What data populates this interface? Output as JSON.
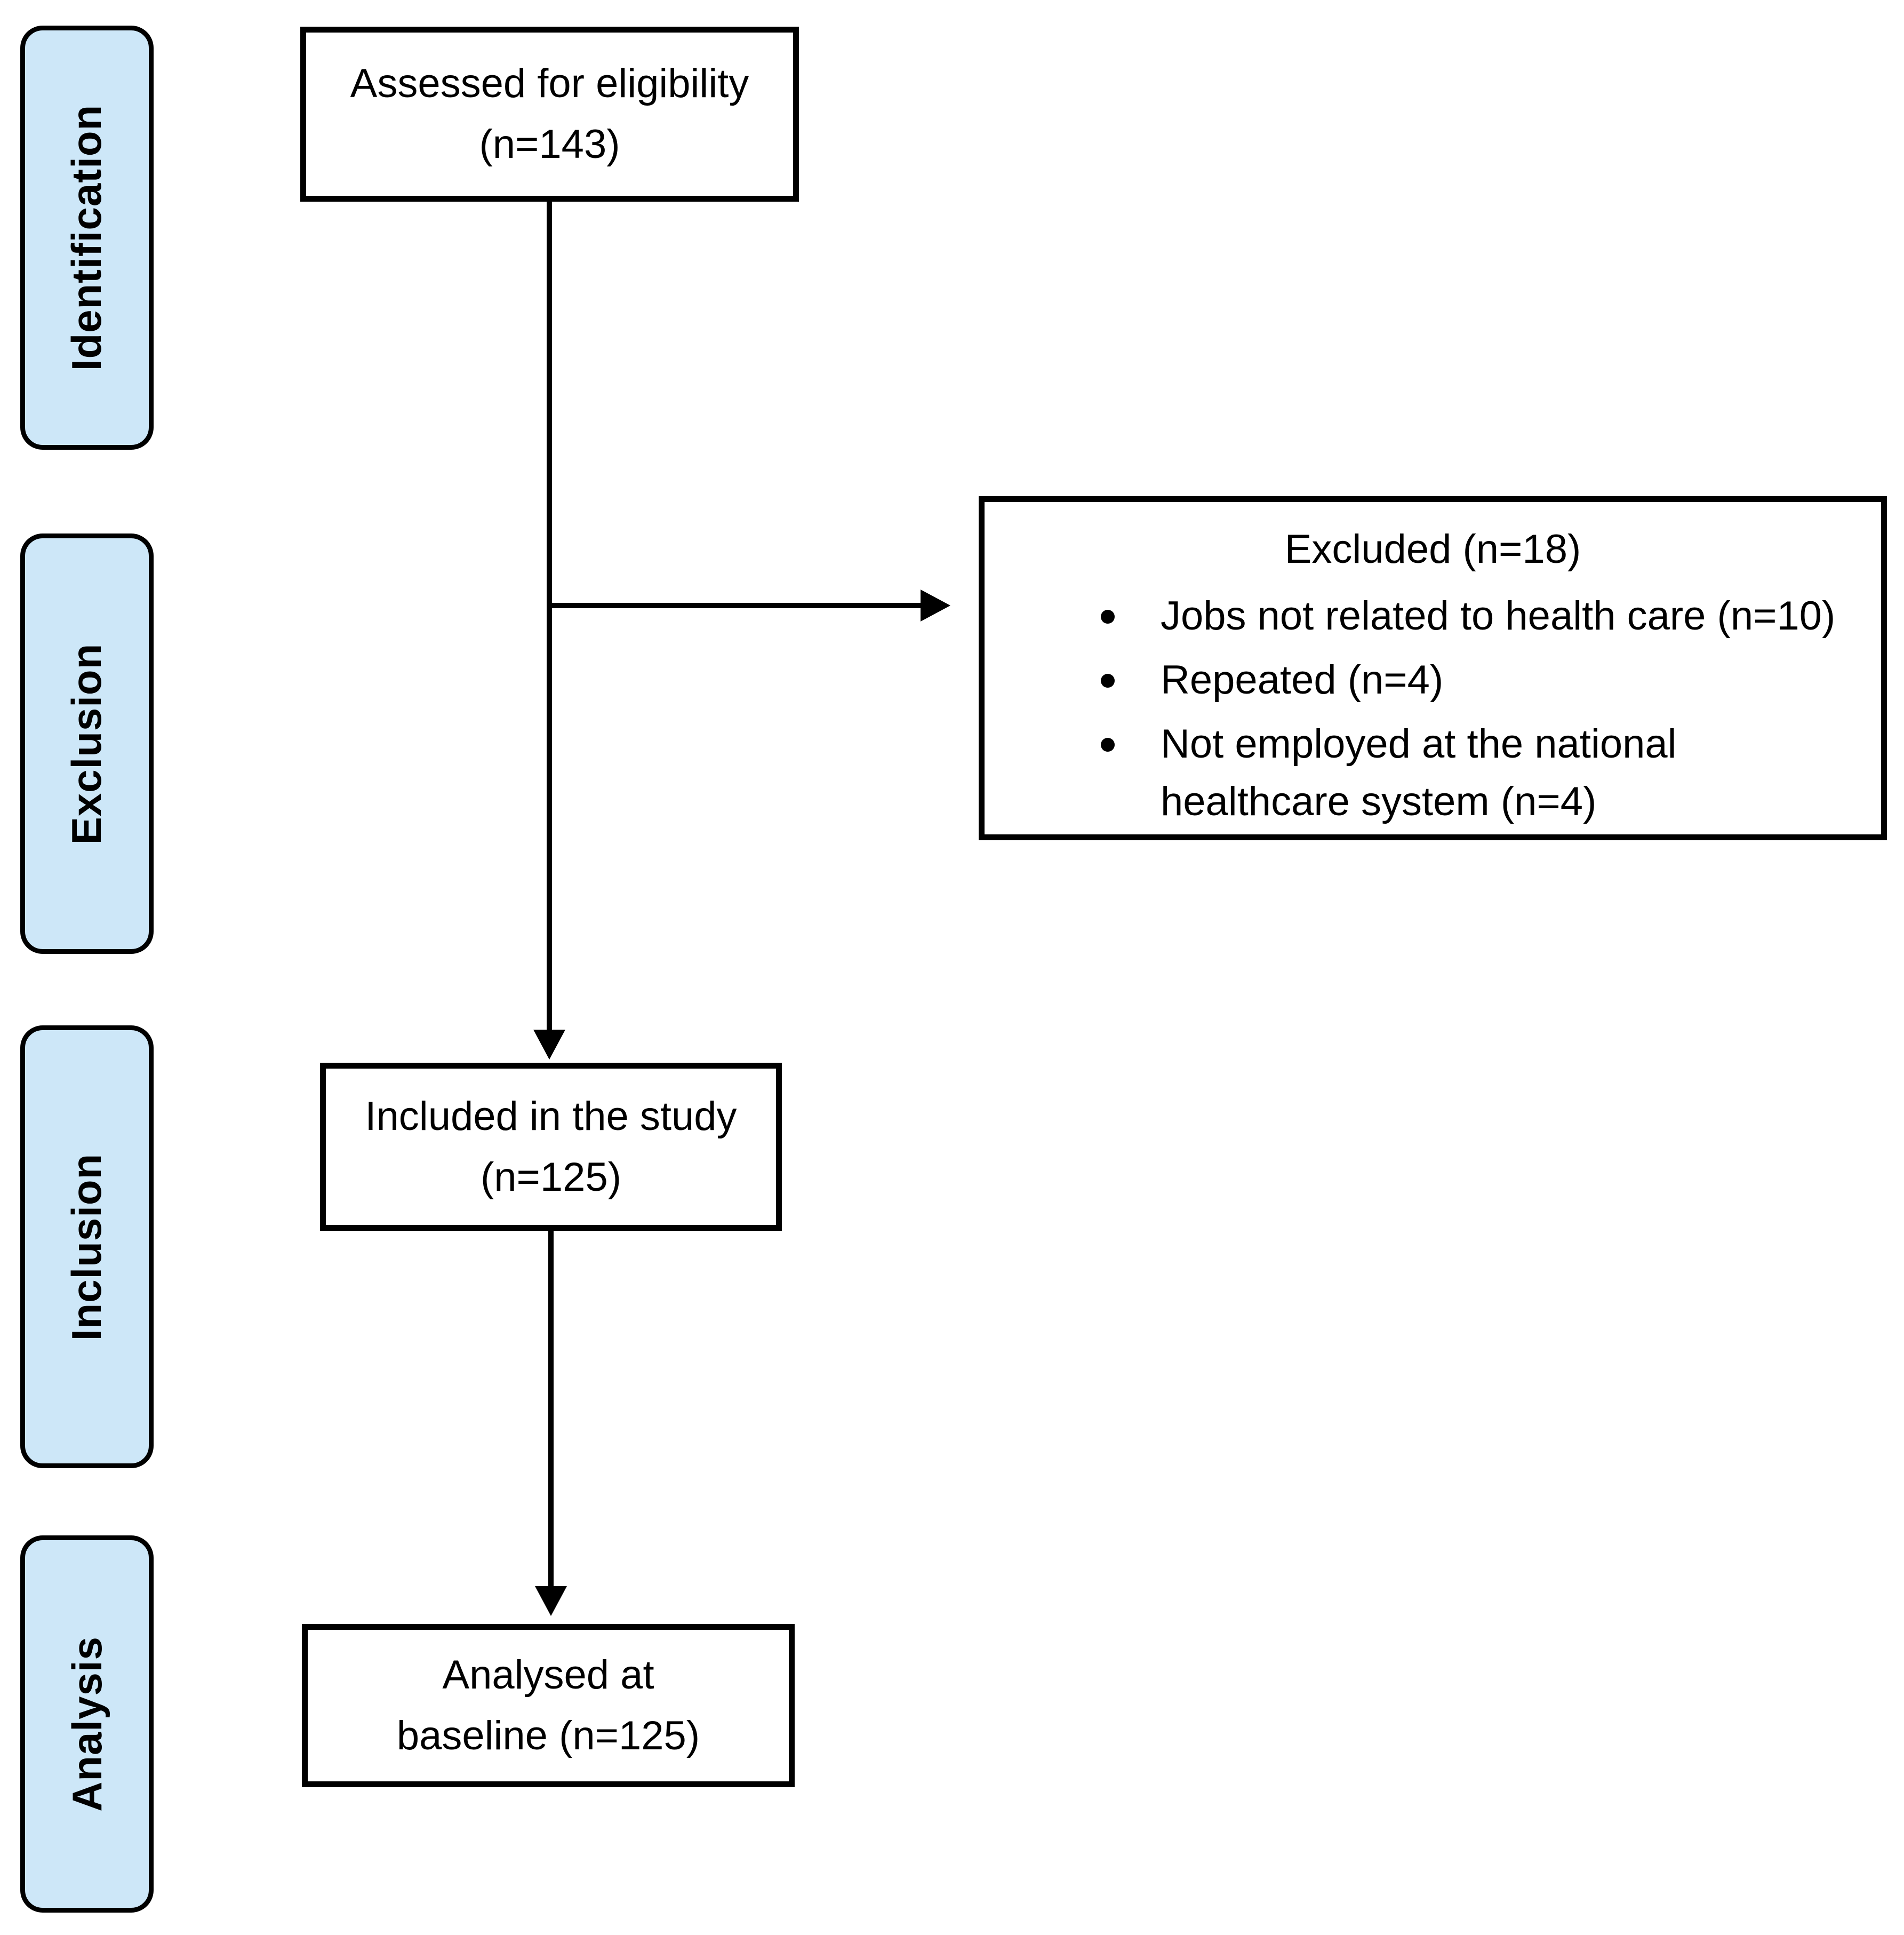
{
  "diagram": {
    "background": "#ffffff",
    "stage_fill": "#cde7f8",
    "stage_border": "#000000",
    "box_border": "#000000",
    "text_color": "#000000"
  },
  "sidebar": {
    "stages": [
      "Identification",
      "Exclusion",
      "Inclusion",
      "Analysis"
    ]
  },
  "flow": {
    "assessed": {
      "lines": [
        "Assessed for eligibility",
        "(n=143)"
      ]
    },
    "excluded": {
      "title": "Excluded (n=18)",
      "items": [
        "Jobs not related to health care (n=10)",
        "Repeated (n=4)",
        "Not employed at the national healthcare system (n=4)"
      ]
    },
    "included": {
      "lines": [
        "Included in the study",
        "(n=125)"
      ]
    },
    "analysed": {
      "lines": [
        "Analysed at",
        "baseline (n=125)"
      ]
    }
  }
}
